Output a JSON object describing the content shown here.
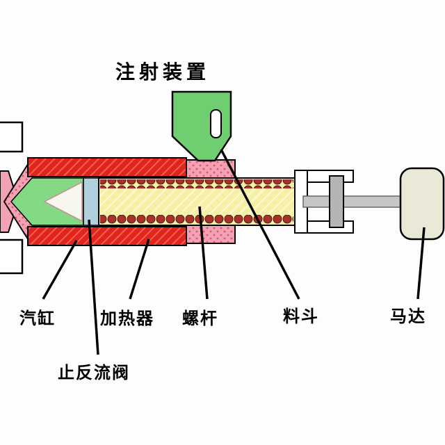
{
  "title": "注射装置",
  "labels": {
    "cylinder": "汽缸",
    "check_valve": "止反流阀",
    "heater": "加热器",
    "screw": "螺杆",
    "hopper": "料斗",
    "motor": "马达"
  },
  "colors": {
    "background": "#fdfdfd",
    "heater_red": "#e2251c",
    "heater_stripe": "#f4685c",
    "barrel_pink": "#f2a2b4",
    "barrel_dot": "#e05565",
    "screw_yellow": "#f6f0a6",
    "screw_stripe": "#fdf9d8",
    "flight_red": "#a63228",
    "hopper_green": "#6fce6f",
    "barrel_green": "#84da84",
    "valve_blue": "#b0d0dc",
    "tip_white": "#f7f7ee",
    "shaft_gray": "#c6c6c6",
    "coupling_gray": "#b4b4b4",
    "motor_cream": "#eae8d6",
    "white": "#ffffff"
  }
}
